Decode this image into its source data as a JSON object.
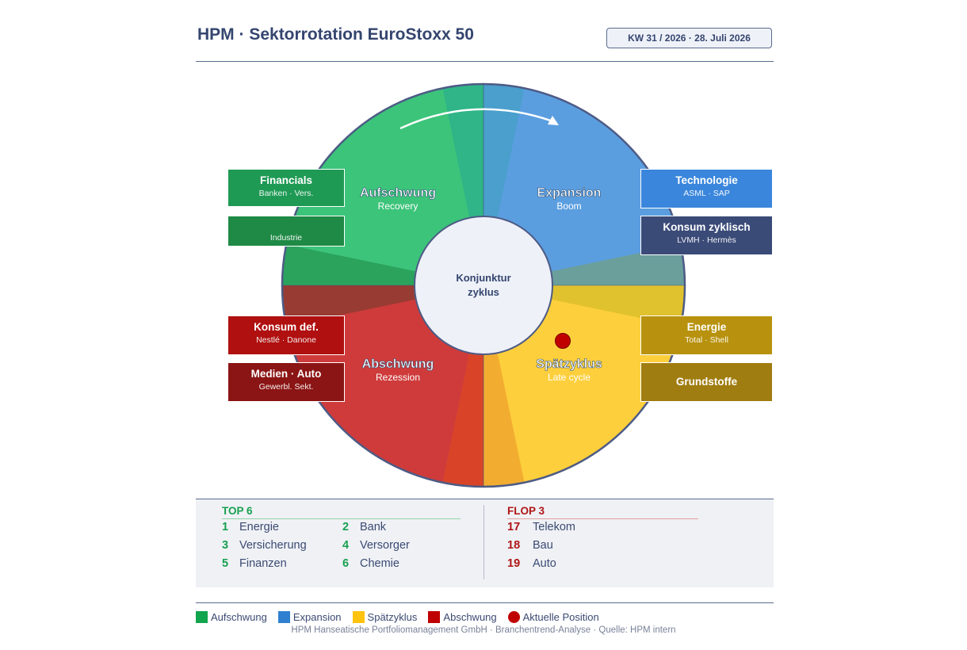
{
  "header": {
    "title": "HPM · Sektorrotation EuroStoxx 50",
    "date_badge": "KW 31 / 2026  ·  28. Juli 2026"
  },
  "wheel": {
    "center_line1": "Konjunktur",
    "center_line2": "zyklus",
    "phases": [
      {
        "title": "Aufschwung",
        "subtitle": "Recovery",
        "color": "#2ebf72"
      },
      {
        "title": "Expansion",
        "subtitle": "Boom",
        "color": "#4a90e2"
      },
      {
        "title": "Spätzyklus",
        "subtitle": "Late cycle",
        "color": "#ffc72c"
      },
      {
        "title": "Abschwung",
        "subtitle": "Rezession",
        "color": "#cc2a2a"
      }
    ],
    "current_position_color": "#c00000"
  },
  "sectors_left": [
    {
      "title": "Financials",
      "subtitle": "Banken · Vers.",
      "color": "#1f9a55"
    },
    {
      "title": "",
      "subtitle": "Industrie",
      "color": "#1e8a45"
    },
    {
      "title": "Konsum def.",
      "subtitle": "Nestlé · Danone",
      "color": "#b01010"
    },
    {
      "title": "Medien · Auto",
      "subtitle": "Gewerbl. Sekt.",
      "color": "#8b1414"
    }
  ],
  "sectors_right": [
    {
      "title": "Technologie",
      "subtitle": "ASML · SAP",
      "color": "#3a86dc"
    },
    {
      "title": "Konsum zyklisch",
      "subtitle": "LVMH · Hermès",
      "color": "#3b4b78"
    },
    {
      "title": "Energie",
      "subtitle": "Total · Shell",
      "color": "#b8920e"
    },
    {
      "title": "Grundstoffe",
      "subtitle": "",
      "color": "#a07d10"
    }
  ],
  "top": {
    "heading": "TOP 6",
    "color": "#17a050",
    "items": [
      {
        "rank": "1",
        "name": "Energie"
      },
      {
        "rank": "2",
        "name": "Bank"
      },
      {
        "rank": "3",
        "name": "Versicherung"
      },
      {
        "rank": "4",
        "name": "Versorger"
      },
      {
        "rank": "5",
        "name": "Finanzen"
      },
      {
        "rank": "6",
        "name": "Chemie"
      }
    ]
  },
  "flop": {
    "heading": "FLOP 3",
    "color": "#b01515",
    "items": [
      {
        "rank": "17",
        "name": "Telekom"
      },
      {
        "rank": "18",
        "name": "Bau"
      },
      {
        "rank": "19",
        "name": "Auto"
      }
    ]
  },
  "legend": [
    {
      "label": "Aufschwung",
      "color": "#13a54e"
    },
    {
      "label": "Expansion",
      "color": "#2f80d0"
    },
    {
      "label": "Spätzyklus",
      "color": "#ffc20e"
    },
    {
      "label": "Abschwung",
      "color": "#c00000"
    },
    {
      "label": "Aktuelle Position",
      "icon": "dot-icon"
    }
  ],
  "footer": "HPM Hanseatische Portfoliomanagement GmbH  ·  Branchentrend-Analyse  ·  Quelle: HPM intern"
}
